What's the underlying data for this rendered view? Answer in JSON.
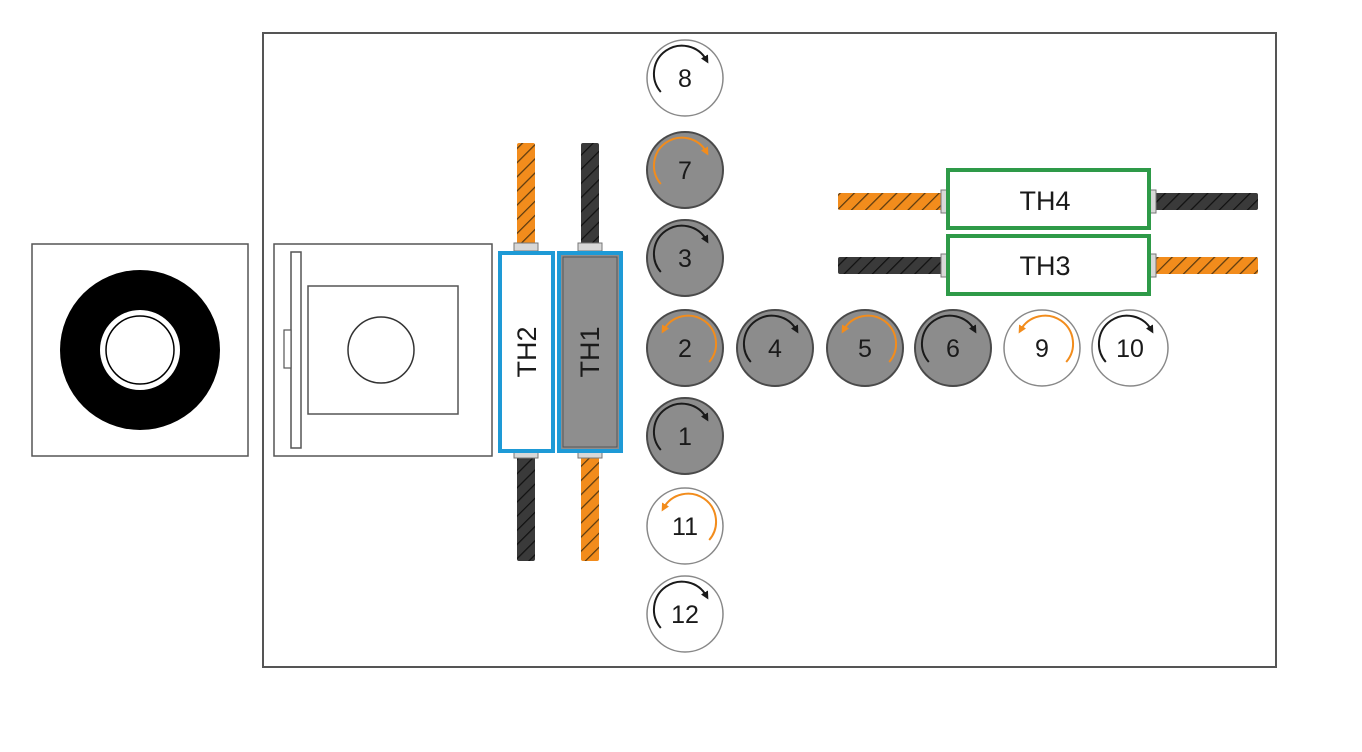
{
  "colors": {
    "frame": "#555555",
    "roller_grey": "#8c8c8c",
    "roller_stroke": "#4a4a4a",
    "orange": "#f28c1c",
    "dark_bar": "#333333",
    "blue_box": "#1e9ad6",
    "green_box": "#2e9a48",
    "th1_fill": "#8e8e8e"
  },
  "elements": {
    "th1": "TH1",
    "th2": "TH2",
    "th3": "TH3",
    "th4": "TH4"
  },
  "rollers": [
    {
      "id": "8",
      "label": "8",
      "style": "white",
      "arrow": "dark",
      "dir": "cw"
    },
    {
      "id": "7",
      "label": "7",
      "style": "grey",
      "arrow": "orange",
      "dir": "cw"
    },
    {
      "id": "3",
      "label": "3",
      "style": "grey",
      "arrow": "dark",
      "dir": "cw"
    },
    {
      "id": "2",
      "label": "2",
      "style": "grey",
      "arrow": "orange",
      "dir": "ccw"
    },
    {
      "id": "1",
      "label": "1",
      "style": "grey",
      "arrow": "dark",
      "dir": "cw"
    },
    {
      "id": "11",
      "label": "11",
      "style": "white",
      "arrow": "orange",
      "dir": "ccw"
    },
    {
      "id": "12",
      "label": "12",
      "style": "white",
      "arrow": "dark",
      "dir": "cw"
    },
    {
      "id": "4",
      "label": "4",
      "style": "grey",
      "arrow": "dark",
      "dir": "cw"
    },
    {
      "id": "5",
      "label": "5",
      "style": "grey",
      "arrow": "orange",
      "dir": "ccw"
    },
    {
      "id": "6",
      "label": "6",
      "style": "grey",
      "arrow": "dark",
      "dir": "cw"
    },
    {
      "id": "9",
      "label": "9",
      "style": "white",
      "arrow": "orange",
      "dir": "ccw"
    },
    {
      "id": "10",
      "label": "10",
      "style": "white",
      "arrow": "dark",
      "dir": "cw"
    }
  ]
}
